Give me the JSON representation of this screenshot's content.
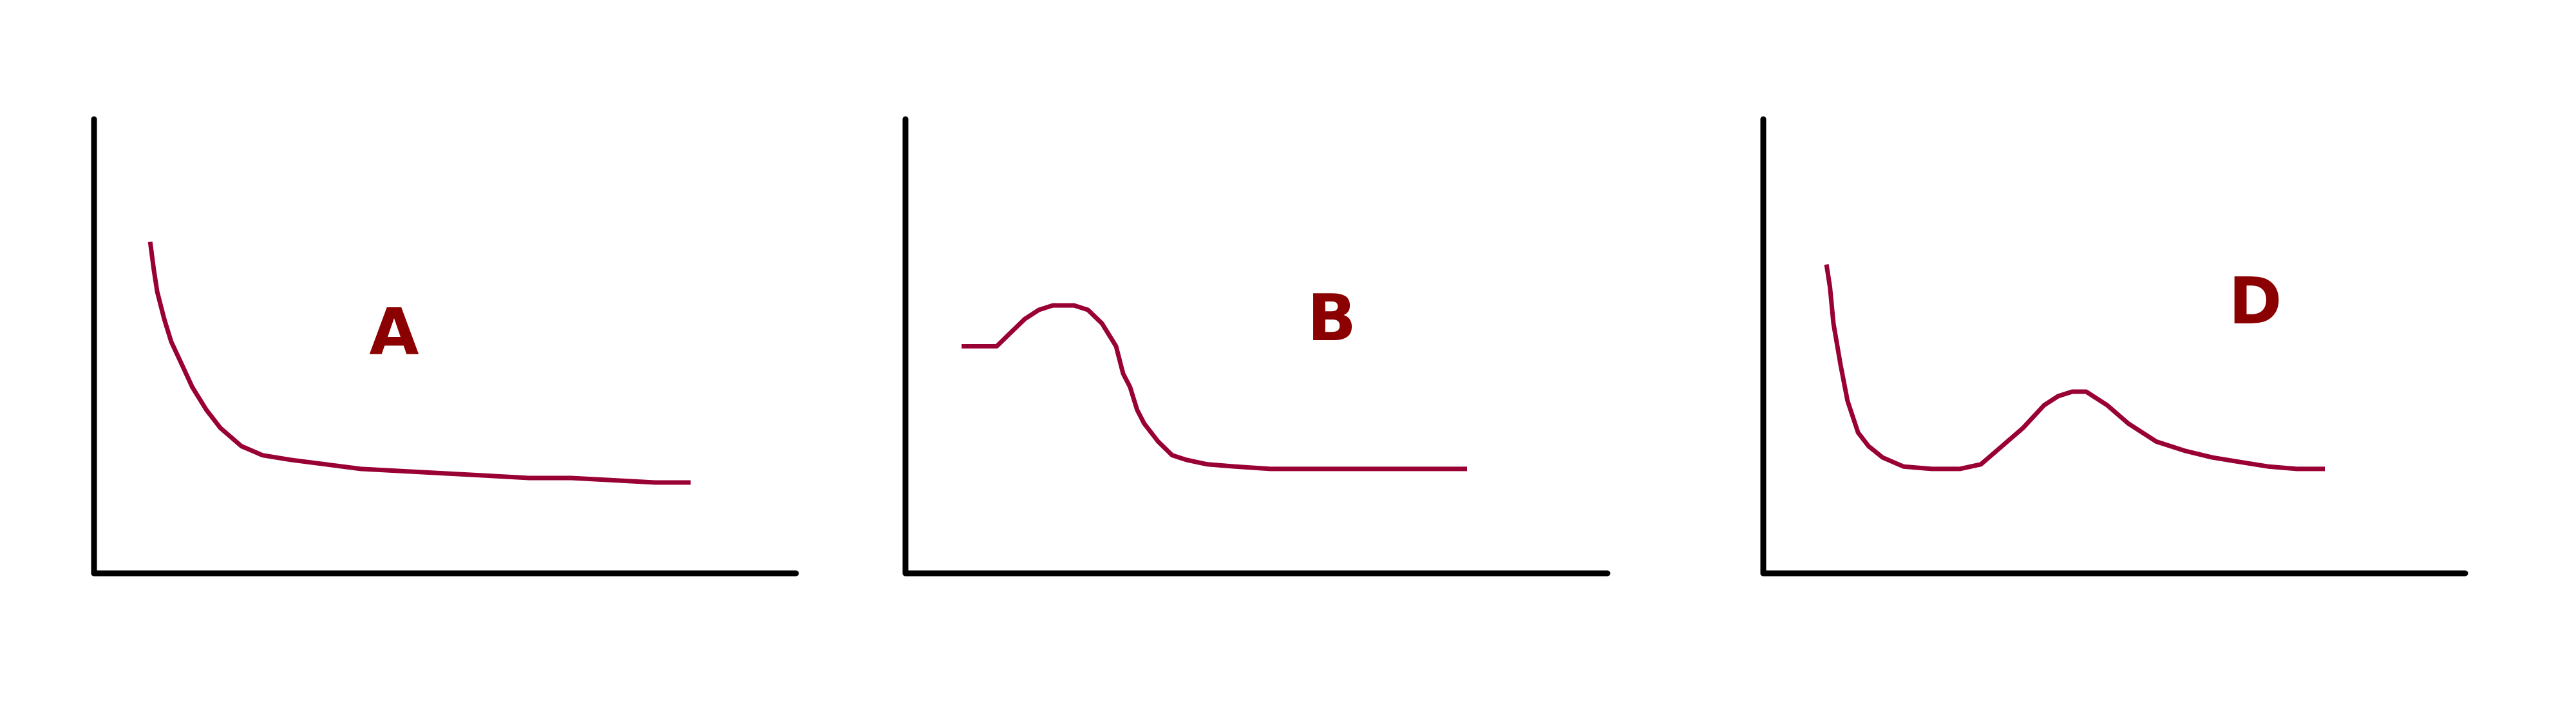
{
  "colors": {
    "axis": "#000000",
    "curve": "#990033",
    "label": "#8b0000"
  },
  "chart_data": [
    {
      "type": "line",
      "label": "A",
      "axis_style": "L-shaped, no ticks, no grid",
      "xlim": [
        0,
        100
      ],
      "ylim": [
        0,
        100
      ],
      "series": [
        {
          "x": [
            8,
            8.5,
            9,
            10,
            11,
            12.5,
            14,
            16,
            18,
            21,
            24,
            28,
            33,
            38,
            44,
            50,
            56,
            62,
            68,
            74,
            80,
            85
          ],
          "y": [
            73,
            67,
            62,
            56,
            51,
            46,
            41,
            36,
            32,
            28,
            26,
            25,
            24,
            23,
            22.5,
            22,
            21.5,
            21,
            21,
            20.5,
            20,
            20
          ]
        }
      ]
    },
    {
      "type": "line",
      "label": "B",
      "axis_style": "L-shaped, no ticks, no grid",
      "xlim": [
        0,
        100
      ],
      "ylim": [
        0,
        100
      ],
      "series": [
        {
          "x": [
            8,
            13,
            15,
            17,
            19,
            21,
            24,
            26,
            28,
            30,
            31,
            32,
            33,
            34,
            36,
            38,
            40,
            43,
            47,
            52,
            58,
            65,
            75,
            80
          ],
          "y": [
            50,
            50,
            53,
            56,
            58,
            59,
            59,
            58,
            55,
            50,
            44,
            41,
            36,
            33,
            29,
            26,
            25,
            24,
            23.5,
            23,
            23,
            23,
            23,
            23
          ]
        }
      ]
    },
    {
      "type": "line",
      "label": "D",
      "axis_style": "L-shaped, no ticks, no grid",
      "xlim": [
        0,
        100
      ],
      "ylim": [
        0,
        100
      ],
      "series": [
        {
          "x": [
            9,
            9.5,
            10,
            11,
            12,
            13.5,
            15,
            17,
            20,
            24,
            28,
            31,
            34,
            37,
            40,
            42,
            44,
            46,
            49,
            52,
            56,
            60,
            64,
            68,
            72,
            76,
            80
          ],
          "y": [
            68,
            63,
            55,
            46,
            38,
            31,
            28,
            25.5,
            23.5,
            23,
            23,
            24,
            28,
            32,
            37,
            39,
            40,
            40,
            37,
            33,
            29,
            27,
            25.5,
            24.5,
            23.5,
            23,
            23
          ]
        }
      ]
    }
  ]
}
